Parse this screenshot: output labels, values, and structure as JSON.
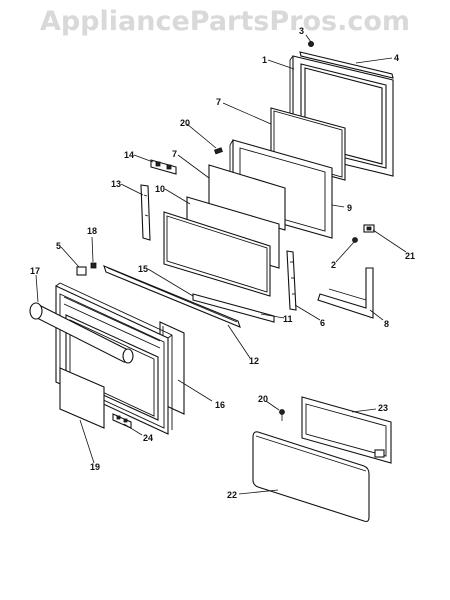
{
  "watermark": "AppliancePartsPros.com",
  "callouts": {
    "c1": "1",
    "c2": "2",
    "c3": "3",
    "c4": "4",
    "c5": "5",
    "c6": "6",
    "c7a": "7",
    "c7b": "7",
    "c8": "8",
    "c9": "9",
    "c10": "10",
    "c11": "11",
    "c12": "12",
    "c13": "13",
    "c14": "14",
    "c15": "15",
    "c16": "16",
    "c17": "17",
    "c18": "18",
    "c19": "19",
    "c20a": "20",
    "c20b": "20",
    "c21": "21",
    "c22": "22",
    "c23": "23",
    "c24": "24"
  }
}
